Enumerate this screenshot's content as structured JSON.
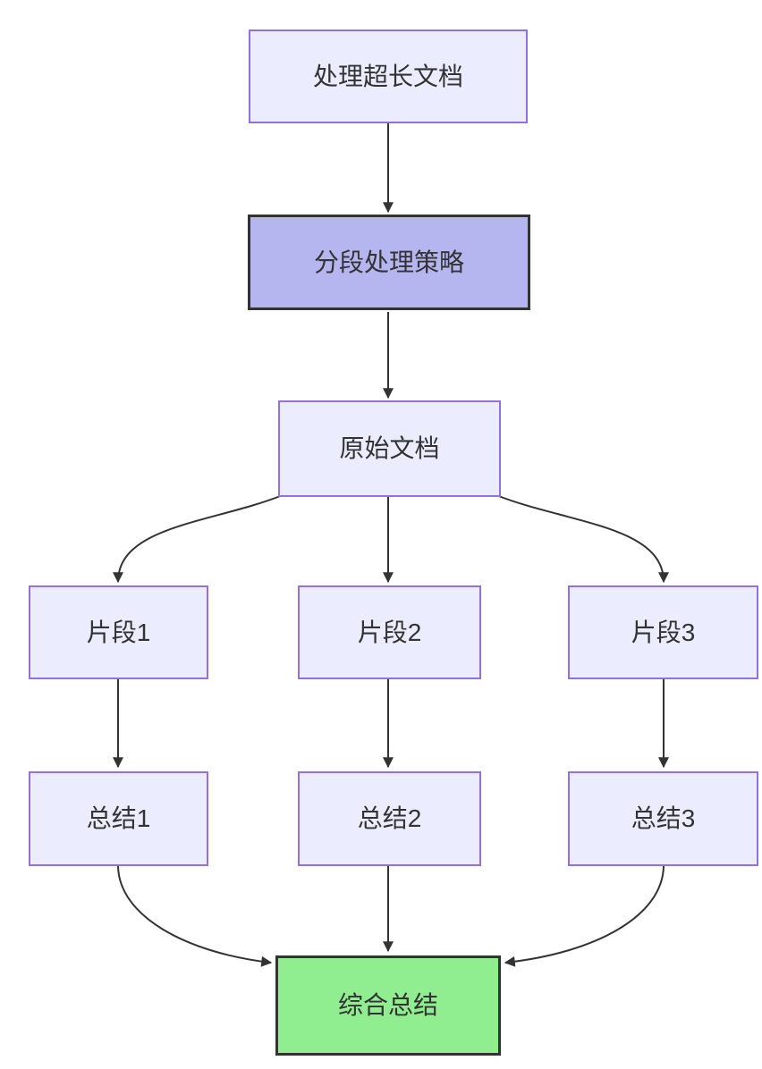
{
  "diagram": {
    "type": "flowchart",
    "direction": "top-down",
    "colors": {
      "background": "#ffffff",
      "default_fill": "#ECECFF",
      "default_border": "#9370DB",
      "emphasis_fill": "#B5B5F0",
      "emphasis_border": "#333333",
      "success_fill": "#90EE90",
      "success_border": "#333333",
      "text": "#333333",
      "edge": "#333333"
    },
    "nodes": [
      {
        "id": "doc",
        "label": "处理超长文档",
        "style": "default"
      },
      {
        "id": "strategy",
        "label": "分段处理策略",
        "style": "emphasis"
      },
      {
        "id": "original",
        "label": "原始文档",
        "style": "default"
      },
      {
        "id": "chunk1",
        "label": "片段1",
        "style": "default"
      },
      {
        "id": "chunk2",
        "label": "片段2",
        "style": "default"
      },
      {
        "id": "chunk3",
        "label": "片段3",
        "style": "default"
      },
      {
        "id": "sum1",
        "label": "总结1",
        "style": "default"
      },
      {
        "id": "sum2",
        "label": "总结2",
        "style": "default"
      },
      {
        "id": "sum3",
        "label": "总结3",
        "style": "default"
      },
      {
        "id": "final",
        "label": "综合总结",
        "style": "success"
      }
    ],
    "edges": [
      {
        "from": "doc",
        "to": "strategy"
      },
      {
        "from": "strategy",
        "to": "original"
      },
      {
        "from": "original",
        "to": "chunk1"
      },
      {
        "from": "original",
        "to": "chunk2"
      },
      {
        "from": "original",
        "to": "chunk3"
      },
      {
        "from": "chunk1",
        "to": "sum1"
      },
      {
        "from": "chunk2",
        "to": "sum2"
      },
      {
        "from": "chunk3",
        "to": "sum3"
      },
      {
        "from": "sum1",
        "to": "final"
      },
      {
        "from": "sum2",
        "to": "final"
      },
      {
        "from": "sum3",
        "to": "final"
      }
    ]
  }
}
